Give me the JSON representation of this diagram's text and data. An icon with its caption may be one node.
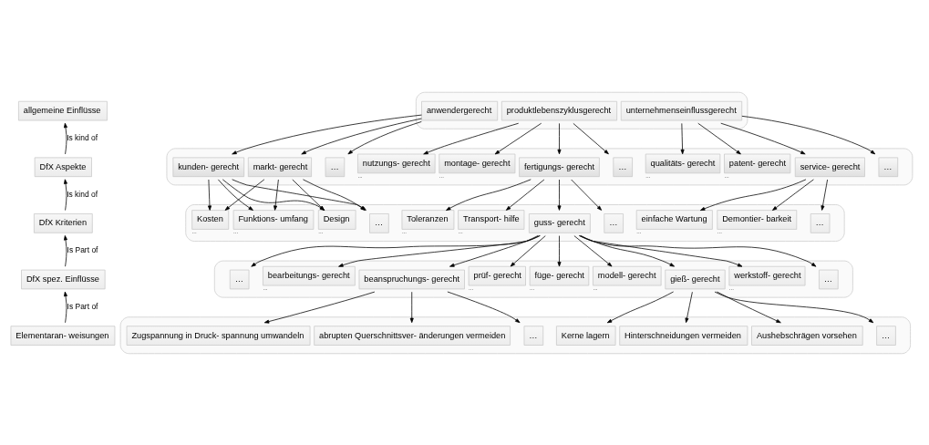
{
  "diagram": {
    "nodes": [
      {
        "text": [
          "allgemeine Einflüsse"
        ]
      },
      {
        "text": [
          "DfX Aspekte"
        ]
      },
      {
        "text": [
          "DfX Kriterien"
        ]
      },
      {
        "text": [
          "DfX spez. Einflüsse"
        ]
      },
      {
        "text": [
          "Elementaran- weisungen"
        ]
      },
      {
        "text": [],
        "shape": "box"
      },
      {
        "text": [],
        "shape": "box"
      },
      {
        "text": [],
        "shape": "box"
      },
      {
        "text": [],
        "shape": "box"
      },
      {
        "text": [],
        "shape": "box"
      },
      {
        "text": [
          "anwendergerecht"
        ],
        "in": 5
      },
      {
        "text": [
          "produktlebenszyklusgerecht"
        ],
        "in": 5
      },
      {
        "text": [
          "unternehmenseinflussgerecht"
        ],
        "in": 5
      },
      {
        "text": [
          "kunden- gerecht"
        ],
        "in": 6
      },
      {
        "text": [
          "markt- gerecht"
        ],
        "in": 6
      },
      {
        "text": [
          "…"
        ],
        "in": 6
      },
      {
        "text": [
          "nutzungs- gerecht"
        ],
        "in": 6,
        "beside": [
          "..."
        ]
      },
      {
        "text": [
          "montage- gerecht"
        ],
        "in": 6,
        "beside": [
          "..."
        ]
      },
      {
        "text": [
          "fertigungs- gerecht"
        ],
        "in": 6
      },
      {
        "text": [
          "…"
        ],
        "in": 6
      },
      {
        "text": [
          "qualitäts- gerecht"
        ],
        "in": 6,
        "beside": [
          "..."
        ]
      },
      {
        "text": [
          "patent- gerecht"
        ],
        "in": 6,
        "beside": [
          "..."
        ]
      },
      {
        "text": [
          "service- gerecht"
        ],
        "in": 6
      },
      {
        "text": [
          "…"
        ],
        "in": 6
      },
      {
        "text": [
          "Kosten"
        ],
        "in": 7,
        "beside": [
          "..."
        ]
      },
      {
        "text": [
          "Funktions- umfang"
        ],
        "in": 7,
        "beside": [
          "..."
        ]
      },
      {
        "text": [
          "Design"
        ],
        "in": 7,
        "beside": [
          "..."
        ]
      },
      {
        "text": [
          "…"
        ],
        "in": 7
      },
      {
        "text": [
          "Toleranzen"
        ],
        "in": 7,
        "beside": [
          "..."
        ]
      },
      {
        "text": [
          "Transport- hilfe"
        ],
        "in": 7,
        "beside": [
          "..."
        ]
      },
      {
        "text": [
          "guss- gerecht"
        ],
        "in": 7
      },
      {
        "text": [
          "…"
        ],
        "in": 7
      },
      {
        "text": [
          "einfache Wartung"
        ],
        "in": 7,
        "beside": [
          "..."
        ]
      },
      {
        "text": [
          "Demontier- barkeit"
        ],
        "in": 7,
        "beside": [
          "..."
        ]
      },
      {
        "text": [
          "…"
        ],
        "in": 7
      },
      {
        "text": [
          "…"
        ],
        "in": 8
      },
      {
        "text": [
          "bearbeitungs- gerecht"
        ],
        "in": 8,
        "beside": [
          "..."
        ]
      },
      {
        "text": [
          "beanspruchungs- gerecht"
        ],
        "in": 8
      },
      {
        "text": [
          "prüf- gerecht"
        ],
        "in": 8,
        "beside": [
          "..."
        ]
      },
      {
        "text": [
          "füge- gerecht"
        ],
        "in": 8,
        "beside": [
          "..."
        ]
      },
      {
        "text": [
          "modell- gerecht"
        ],
        "in": 8,
        "beside": [
          "..."
        ]
      },
      {
        "text": [
          "gieß- gerecht"
        ],
        "in": 8
      },
      {
        "text": [
          "werkstoff- gerecht"
        ],
        "in": 8,
        "beside": [
          "..."
        ]
      },
      {
        "text": [
          "…"
        ],
        "in": 8
      },
      {
        "text": [
          "Zugspannung in Druck- spannung umwandeln"
        ],
        "in": 9
      },
      {
        "text": [
          "abrupten Querschnittsver- änderungen vermeiden"
        ],
        "in": 9
      },
      {
        "text": [
          "…"
        ],
        "in": 9
      },
      {
        "text": [
          "Kerne lagern"
        ],
        "in": 9
      },
      {
        "text": [
          "Hinterschneidungen vermeiden"
        ],
        "in": 9
      },
      {
        "text": [
          "Aushebschrägen vorsehen"
        ],
        "in": 9
      },
      {
        "text": [
          "…"
        ],
        "in": 9
      }
    ],
    "edges": [
      {
        "from": 1,
        "to": 0,
        "arrow": "to",
        "label": "Is kind of"
      },
      {
        "from": 2,
        "to": 1,
        "arrow": "to",
        "label": "Is kind of"
      },
      {
        "from": 3,
        "to": 2,
        "arrow": "to",
        "label": "Is Part of"
      },
      {
        "from": 4,
        "to": 3,
        "arrow": "to",
        "label": "Is Part of"
      },
      {
        "from": 10,
        "to": 13,
        "arrow": "to"
      },
      {
        "from": 10,
        "to": 14,
        "arrow": "to"
      },
      {
        "from": 10,
        "to": 15,
        "arrow": "to"
      },
      {
        "from": 11,
        "to": 16,
        "arrow": "to"
      },
      {
        "from": 11,
        "to": 17,
        "arrow": "to"
      },
      {
        "from": 11,
        "to": 18,
        "arrow": "to"
      },
      {
        "from": 11,
        "to": 19,
        "arrow": "to"
      },
      {
        "from": 12,
        "to": 20,
        "arrow": "to"
      },
      {
        "from": 12,
        "to": 21,
        "arrow": "to"
      },
      {
        "from": 12,
        "to": 22,
        "arrow": "to"
      },
      {
        "from": 12,
        "to": 23,
        "arrow": "to"
      },
      {
        "from": 13,
        "to": 24,
        "arrow": "to"
      },
      {
        "from": 13,
        "to": 25,
        "arrow": "to"
      },
      {
        "from": 13,
        "to": 26,
        "arrow": "to"
      },
      {
        "from": 13,
        "to": 27,
        "arrow": "to"
      },
      {
        "from": 14,
        "to": 24,
        "arrow": "to"
      },
      {
        "from": 14,
        "to": 25,
        "arrow": "to"
      },
      {
        "from": 14,
        "to": 26,
        "arrow": "to"
      },
      {
        "from": 14,
        "to": 27,
        "arrow": "to"
      },
      {
        "from": 18,
        "to": 28,
        "arrow": "to"
      },
      {
        "from": 18,
        "to": 29,
        "arrow": "to"
      },
      {
        "from": 18,
        "to": 30,
        "arrow": "to"
      },
      {
        "from": 18,
        "to": 31,
        "arrow": "to"
      },
      {
        "from": 22,
        "to": 32,
        "arrow": "to"
      },
      {
        "from": 22,
        "to": 33,
        "arrow": "to"
      },
      {
        "from": 22,
        "to": 34,
        "arrow": "to"
      },
      {
        "from": 30,
        "to": 35,
        "arrow": "to"
      },
      {
        "from": 30,
        "to": 36,
        "arrow": "to"
      },
      {
        "from": 30,
        "to": 37,
        "arrow": "to"
      },
      {
        "from": 30,
        "to": 38,
        "arrow": "to"
      },
      {
        "from": 30,
        "to": 39,
        "arrow": "to"
      },
      {
        "from": 30,
        "to": 40,
        "arrow": "to"
      },
      {
        "from": 30,
        "to": 41,
        "arrow": "to"
      },
      {
        "from": 30,
        "to": 42,
        "arrow": "to"
      },
      {
        "from": 30,
        "to": 43,
        "arrow": "to"
      },
      {
        "from": 37,
        "to": 44,
        "arrow": "to"
      },
      {
        "from": 37,
        "to": 45,
        "arrow": "to"
      },
      {
        "from": 37,
        "to": 46,
        "arrow": "to"
      },
      {
        "from": 41,
        "to": 47,
        "arrow": "to"
      },
      {
        "from": 41,
        "to": 48,
        "arrow": "to"
      },
      {
        "from": 41,
        "to": 49,
        "arrow": "to"
      },
      {
        "from": 41,
        "to": 50,
        "arrow": "to"
      }
    ]
  }
}
